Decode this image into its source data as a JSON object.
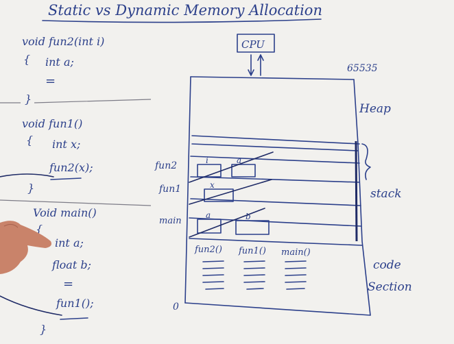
{
  "title": "Static vs Dynamic Memory Allocation",
  "code": {
    "fun2_header": "void fun2(int i)",
    "fun2_open": "{",
    "fun2_body": "int a;",
    "fun2_dots": "=",
    "fun2_close": "}",
    "fun1_header": "void fun1()",
    "fun1_open": "{",
    "fun1_body1": "int x;",
    "fun1_body2": "fun2(x);",
    "fun1_close": "}",
    "main_header": "Void main()",
    "main_open": "{",
    "main_body1": "int a;",
    "main_body2": "float b;",
    "main_dots": "=",
    "main_body3": "fun1();",
    "main_close": "}"
  },
  "diagram": {
    "cpu_label": "CPU",
    "top_address": "65535",
    "bottom_address": "0",
    "heap_label": "Heap",
    "stack_label": "stack",
    "code_section_label_1": "code",
    "code_section_label_2": "Section",
    "frames": [
      {
        "label": "fun2",
        "vars": [
          "i",
          "a"
        ]
      },
      {
        "label": "fun1",
        "vars": [
          "x"
        ]
      },
      {
        "label": "main",
        "vars": [
          "a",
          "b"
        ]
      }
    ],
    "code_columns": [
      "fun2()",
      "fun1()",
      "main()"
    ]
  }
}
